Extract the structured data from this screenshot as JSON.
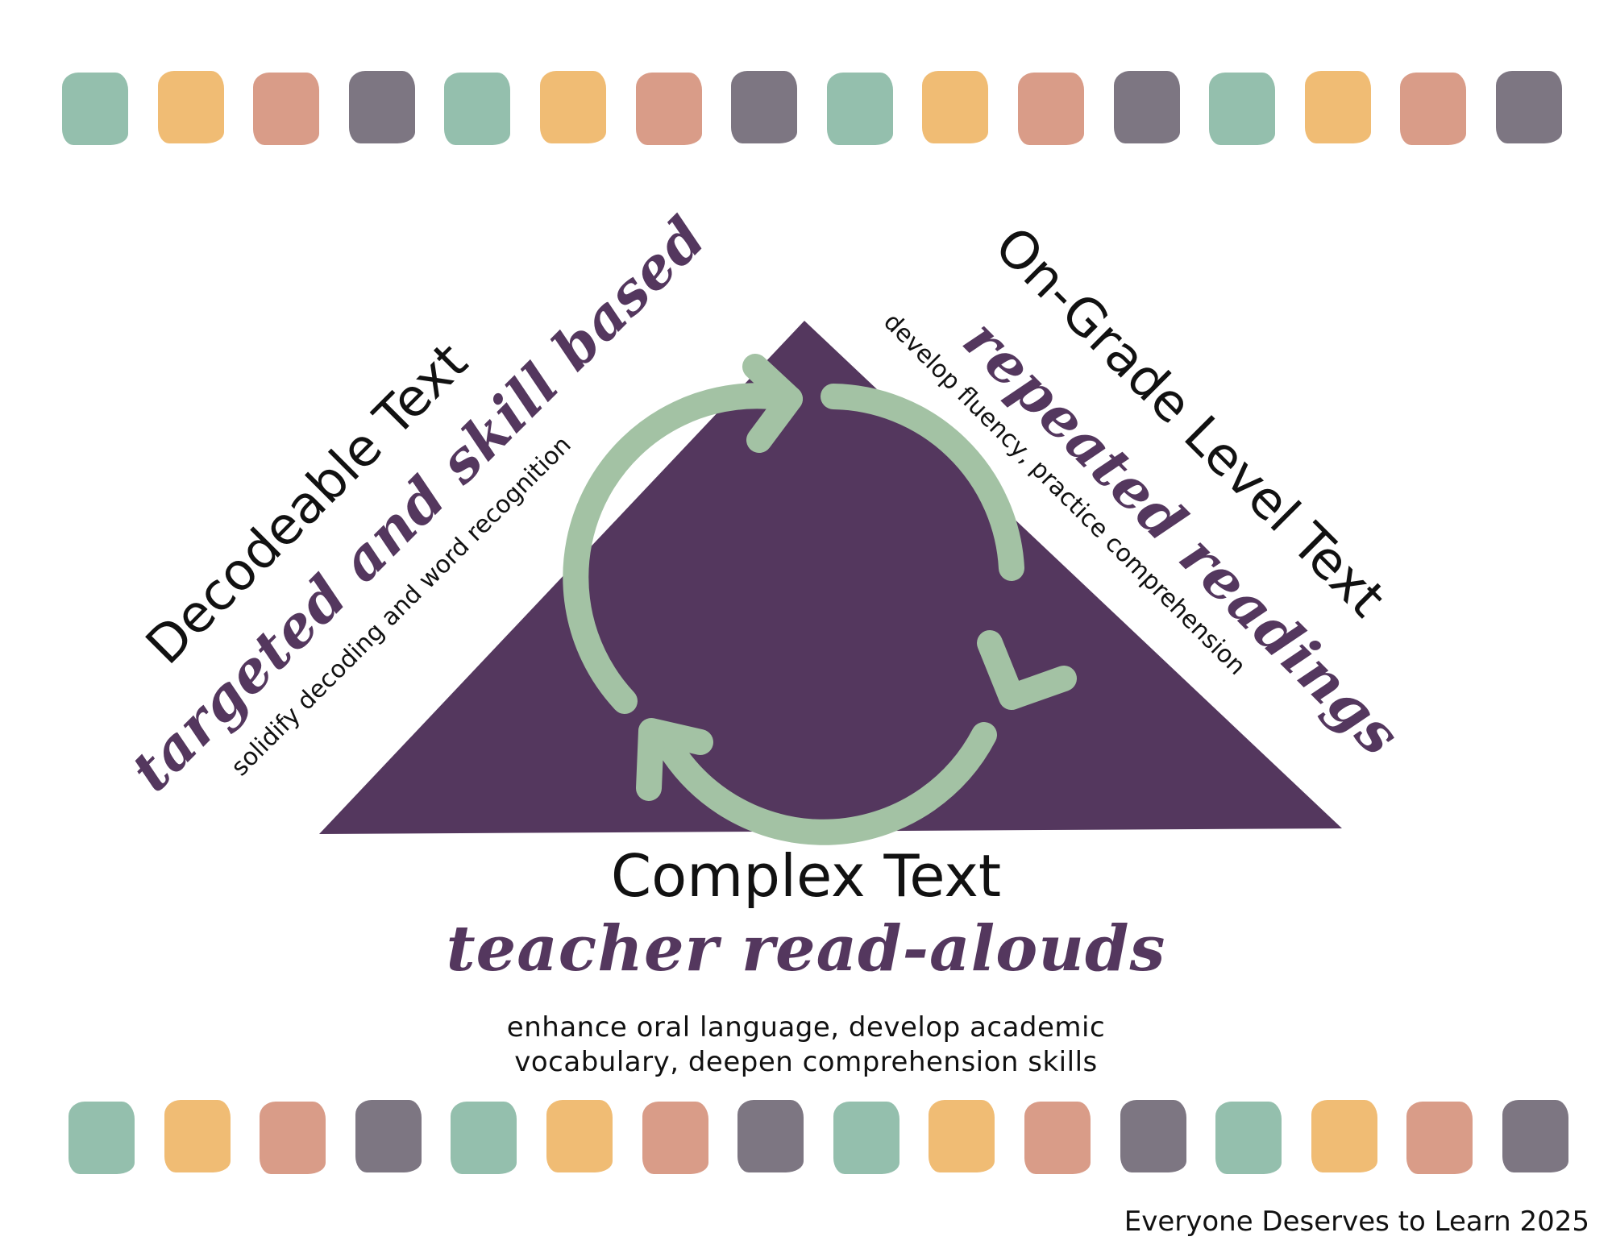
{
  "colors": {
    "triangle": "#54375e",
    "arrows": "#a3c2a4",
    "script_text": "#54375e",
    "tile_palette": [
      "#94bfad",
      "#f0bc74",
      "#d99c88",
      "#7d7682"
    ]
  },
  "tiles": {
    "top_row_count": 16,
    "bottom_row_count": 16
  },
  "diagram": {
    "shape": "triangle",
    "center_icon": "cycle-arrows-icon"
  },
  "left": {
    "heading": "Decodeable Text",
    "script": "targeted and skill based",
    "small": "solidify decoding and word recognition"
  },
  "right": {
    "heading": "On-Grade Level Text",
    "script": "repeated readings",
    "small": "develop fluency, practice comprehension"
  },
  "bottom": {
    "heading": "Complex Text",
    "script": "teacher read-alouds",
    "small_line1": "enhance oral language, develop academic",
    "small_line2": "vocabulary, deepen comprehension skills"
  },
  "footer": "Everyone Deserves to Learn 2025"
}
